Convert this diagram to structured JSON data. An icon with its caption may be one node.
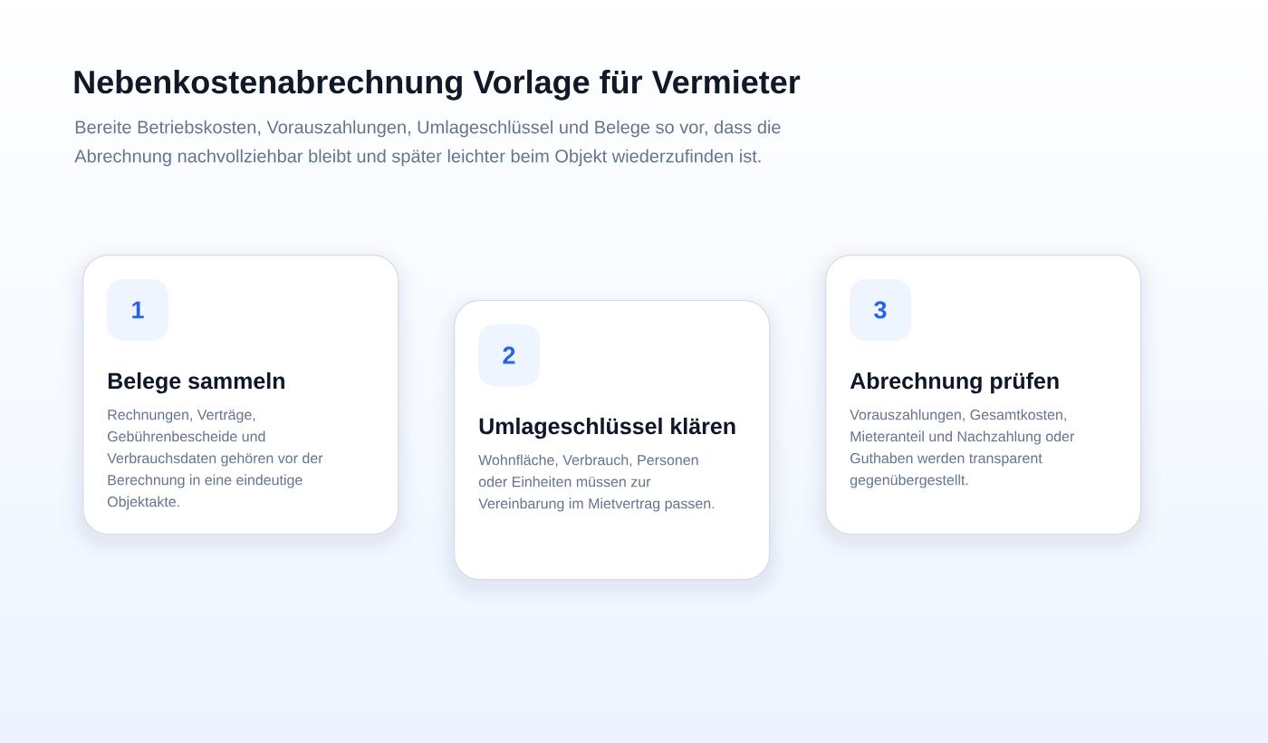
{
  "diagram": {
    "title": "Nebenkostenabrechnung Vorlage für Vermieter",
    "nodes": [
      {
        "text": [
          "Belege sammeln",
          "Rechnungen, Verträge, Gebührenbescheide und Verbrauchsdaten gehören vor der Berechnung in eine eindeutige Objektakte."
        ]
      },
      {
        "text": [
          "1"
        ],
        "in": 0
      },
      {
        "text": [
          "Umlageschlüssel klären",
          "Wohnfläche, Verbrauch, Personen oder Einheiten müssen zur Vereinbarung im Mietvertrag passen."
        ]
      },
      {
        "text": [
          "2"
        ],
        "in": 2
      },
      {
        "text": [
          "Abrechnung prüfen",
          "Vorauszahlungen, Gesamtkosten, Mieteranteil und Nachzahlung oder Guthaben werden transparent gegenübergestellt."
        ]
      },
      {
        "text": [
          "3"
        ],
        "in": 4
      }
    ],
    "labels": [
      "Bereite Betriebskosten, Vorauszahlungen, Umlageschlüssel und Belege so vor, dass die Abrechnung nachvollziehbar bleibt und später leichter beim Objekt wiederzufinden ist."
    ]
  }
}
